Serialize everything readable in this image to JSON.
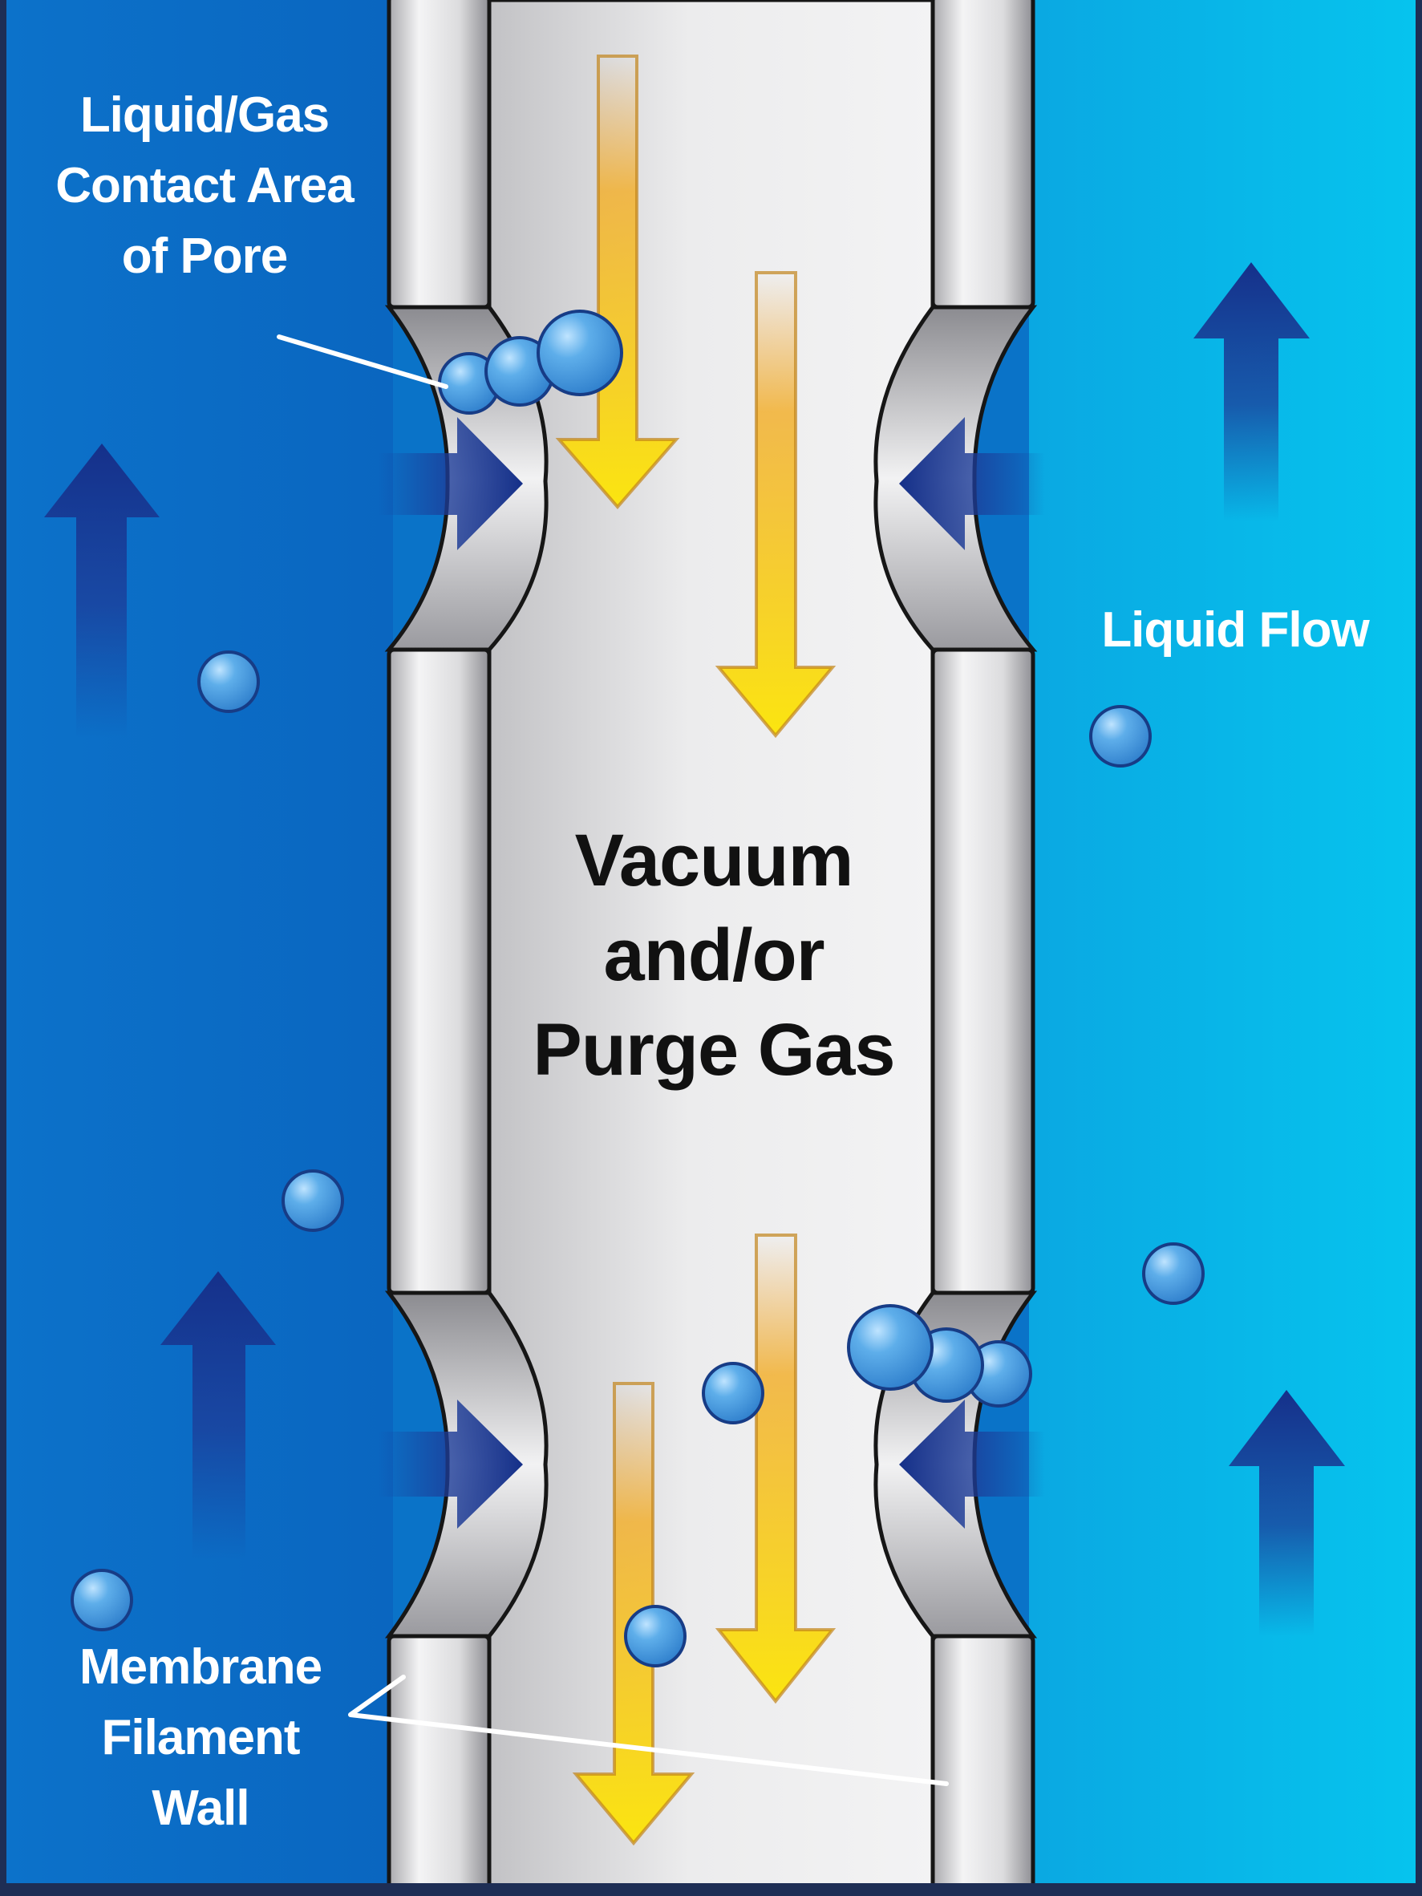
{
  "labels": {
    "pore": [
      "Liquid/Gas",
      "Contact Area",
      "of Pore"
    ],
    "liquid_flow": "Liquid Flow",
    "lumen": [
      "Vacuum",
      "and/or",
      "Purge Gas"
    ],
    "wall": [
      "Membrane",
      "Filament",
      "Wall"
    ]
  },
  "colors": {
    "liquid_left": "#0b74cc",
    "liquid_right": "#08b6e6",
    "membrane": "#d4d4d6",
    "lumen": "#e2e2e3",
    "liquid_arrow": "#13318a",
    "gas_arrow": "#f7d316",
    "bubble": "#4a9fe0"
  },
  "icons": [
    "liquid-flow-up-arrow",
    "liquid-transfer-arrow",
    "gas-flow-down-arrow",
    "bubble"
  ]
}
